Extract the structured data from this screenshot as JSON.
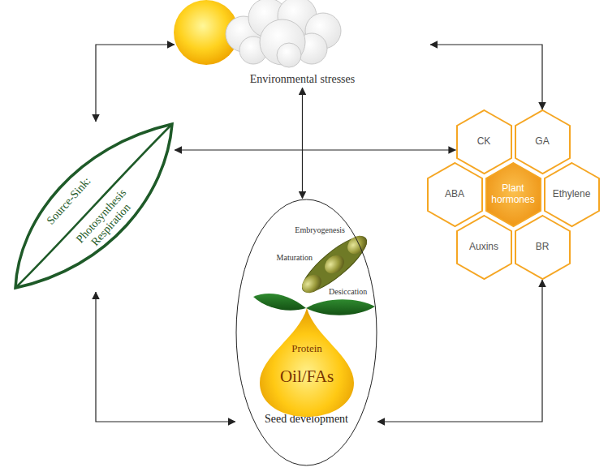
{
  "diagram": {
    "nodes": [
      {
        "text": [
          "Environmental stresses"
        ]
      },
      {
        "text": [
          "Source-Sink:",
          "Photosynthesis Respiration"
        ]
      },
      {
        "text": [
          "CK"
        ]
      },
      {
        "text": [
          "GA"
        ]
      },
      {
        "text": [
          "ABA"
        ]
      },
      {
        "text": [
          "Plant hormones"
        ]
      },
      {
        "text": [
          "Ethylene"
        ]
      },
      {
        "text": [
          "Auxins"
        ]
      },
      {
        "text": [
          "BR"
        ]
      },
      {
        "text": [
          "Seed development"
        ]
      },
      {
        "text": [
          "Protein",
          "Oil/FAs"
        ],
        "in": 9
      }
    ],
    "edges": [
      {
        "from": 0,
        "to": 1,
        "arrow": "both"
      },
      {
        "from": 0,
        "to": 3,
        "arrow": "both"
      },
      {
        "from": 0,
        "to": 9,
        "arrow": "both"
      },
      {
        "from": 1,
        "to": 2,
        "arrow": "both"
      },
      {
        "from": 1,
        "to": 9,
        "arrow": "both"
      },
      {
        "from": 9,
        "to": 8,
        "arrow": "both"
      }
    ],
    "labels": [
      "Embryogenesis",
      "Maturation",
      "Desiccation"
    ]
  }
}
